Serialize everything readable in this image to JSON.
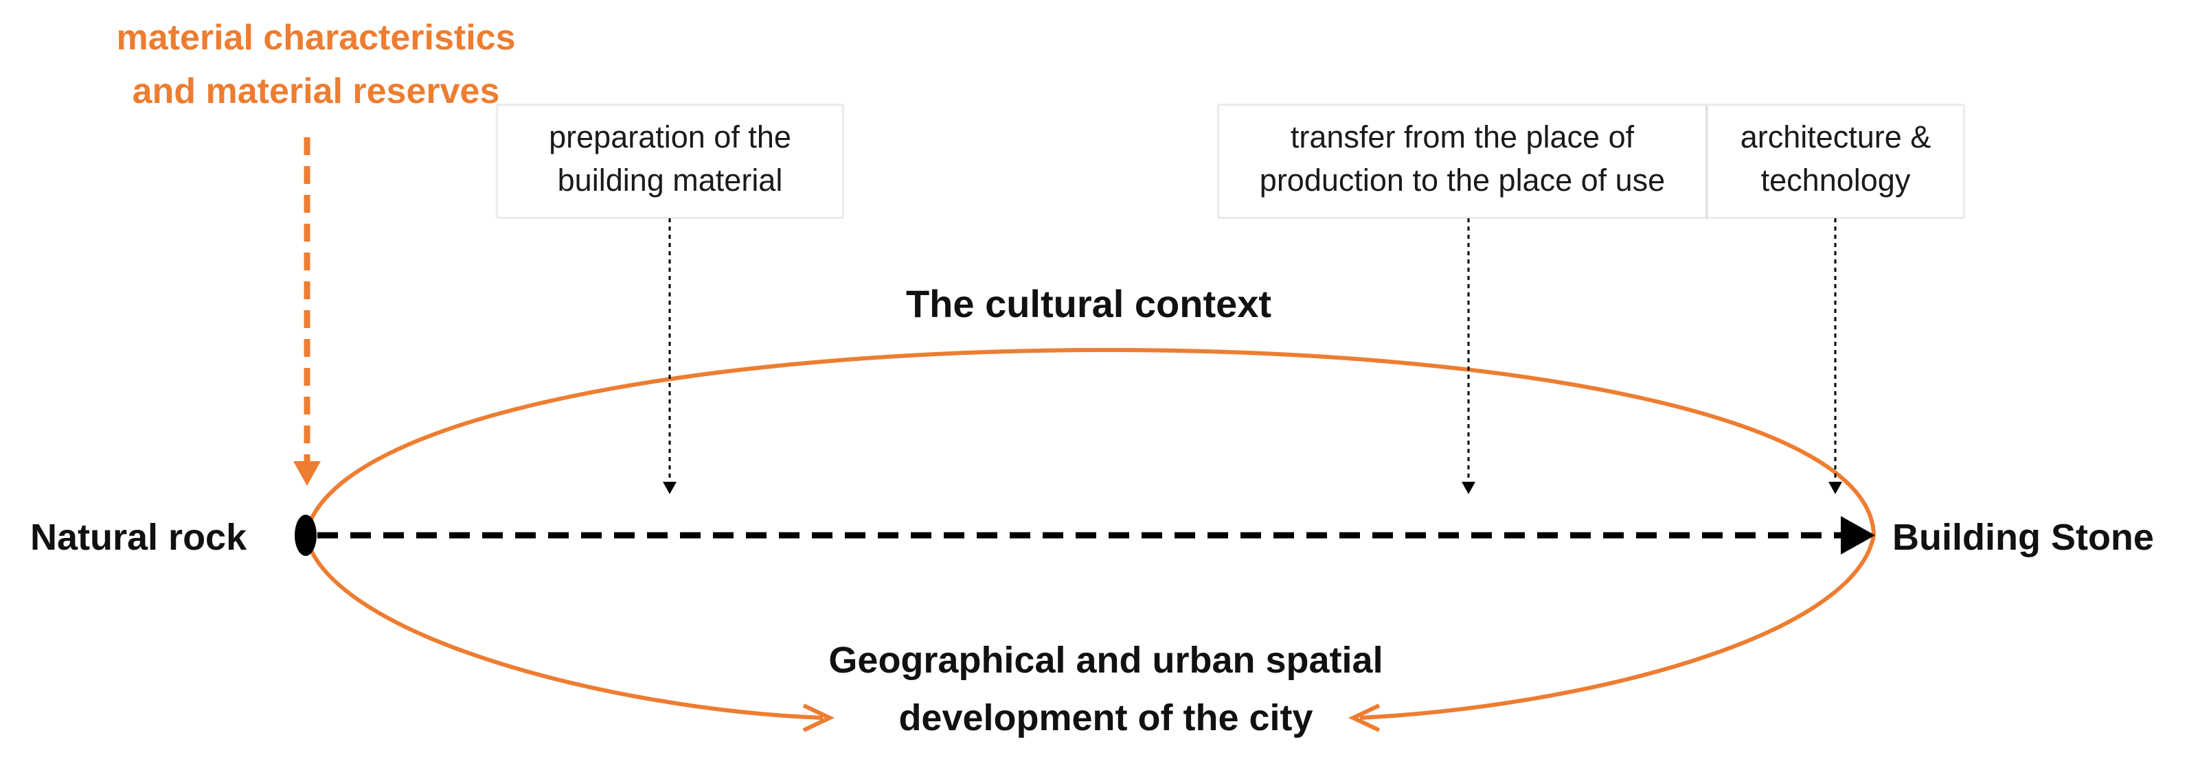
{
  "header": {
    "line1": "material characteristics",
    "line2": "and material reserves",
    "color": "#ed7d31"
  },
  "boxes": [
    {
      "line1": "preparation of the",
      "line2": "building material"
    },
    {
      "line1": "transfer from the place of",
      "line2": "production to the place of use"
    },
    {
      "line1": "architecture &",
      "line2": "technology"
    }
  ],
  "top_label": "The cultural context",
  "left_label": "Natural rock",
  "right_label": "Building Stone",
  "bottom_label": {
    "line1": "Geographical and urban spatial",
    "line2": "development of the city"
  },
  "colors": {
    "ellipse": "#ed7d31",
    "arrows": "#000000"
  }
}
